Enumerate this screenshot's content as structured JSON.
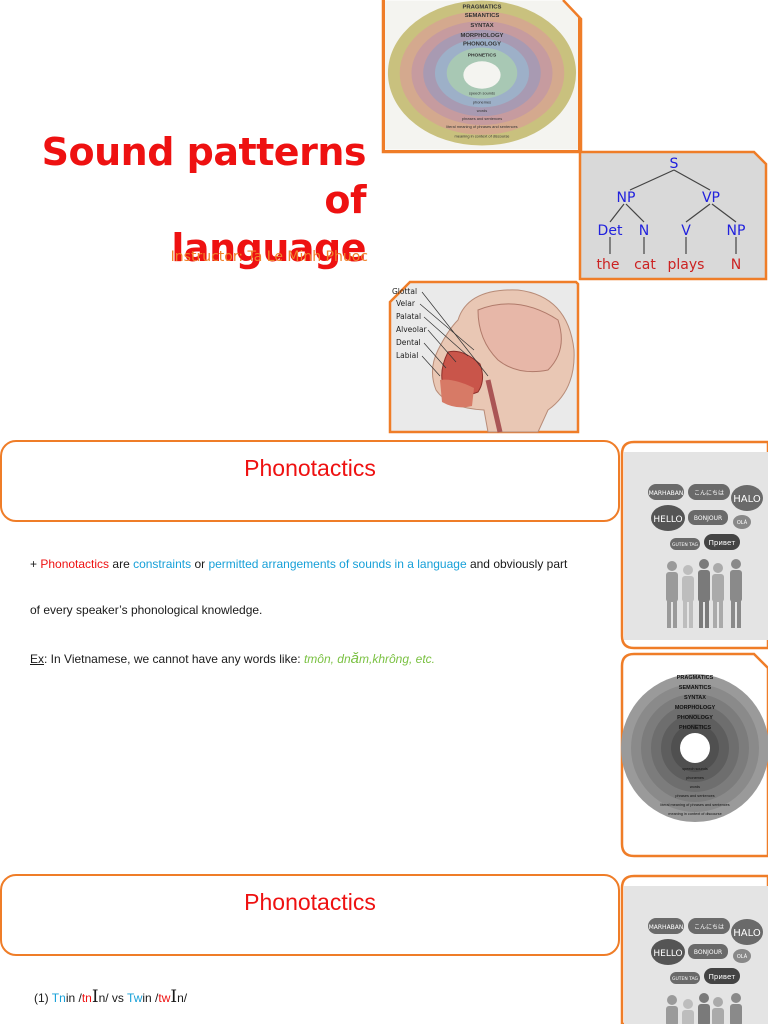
{
  "slide1": {
    "title_line1": "Sound patterns of",
    "title_line2": "language",
    "instructor": "Instructor: Ta Le Minh Phuoc",
    "circle_labels": [
      "PRAGMATICS",
      "SEMANTICS",
      "SYNTAX",
      "MORPHOLOGY",
      "PHONOLOGY",
      "PHONETICS",
      "speech sounds",
      "phonemes",
      "words",
      "phrases and sentences",
      "literal meaning of phrases and sentences",
      "meaning in context of discourse"
    ],
    "tree": {
      "s": "S",
      "np": "NP",
      "vp": "VP",
      "det": "Det",
      "n": "N",
      "v": "V",
      "np2": "NP",
      "the": "the",
      "cat": "cat",
      "plays": "plays",
      "n2": "N"
    },
    "places": [
      "Glottal",
      "Velar",
      "Palatal",
      "Alveolar",
      "Dental",
      "Labial"
    ]
  },
  "slide2": {
    "header": "Phonotactics",
    "line1_prefix": "+ ",
    "line1_term": "Phonotactics",
    "line1_mid1": " are ",
    "line1_constraints": "constraints",
    "line1_mid2": " or ",
    "line1_permitted": "permitted arrangements of sounds in a language",
    "line1_end": " and obviously part",
    "line2": "of every speaker’s phonological knowledge.",
    "ex_label": "Ex",
    "ex_text": ": In Vietnamese, we cannot have any words like: ",
    "ex_words_a": "tmôn, dn",
    "ex_words_big": "ă",
    "ex_words_b": "m,khrông, etc.",
    "bubbles": [
      "MARHABAN",
      "こんにちは",
      "HALO",
      "HELLO",
      "BONJOUR",
      "OLÁ",
      "GUTEN TAG",
      "Привет"
    ],
    "circle_labels": [
      "PRAGMATICS",
      "SEMANTICS",
      "SYNTAX",
      "MORPHOLOGY",
      "PHONOLOGY",
      "PHONETICS",
      "speech sounds",
      "phonemes",
      "words",
      "phrases and sentences",
      "literal meaning of phrases and sentences",
      "meaning in context of discourse"
    ]
  },
  "slide3": {
    "header": "Phonotactics",
    "ex_num": "(1) ",
    "w1a": "Tn",
    "w1b": "in /",
    "w1c": "tn",
    "w1d": "I",
    "w1e": "n/ vs ",
    "w2a": "Tw",
    "w2b": "in /",
    "w2c": "tw",
    "w2d": "I",
    "w2e": "n/",
    "bubbles": [
      "MARHABAN",
      "こんにちは",
      "HALO",
      "HELLO",
      "BONJOUR",
      "OLÁ",
      "GUTEN TAG",
      "Привет"
    ]
  },
  "colors": {
    "accent": "#ef7d28",
    "title_red": "#ee1111",
    "link_blue": "#17a0d8",
    "ex_green": "#7ac142",
    "tree_blue": "#2121dd",
    "tree_red": "#cc2222"
  }
}
